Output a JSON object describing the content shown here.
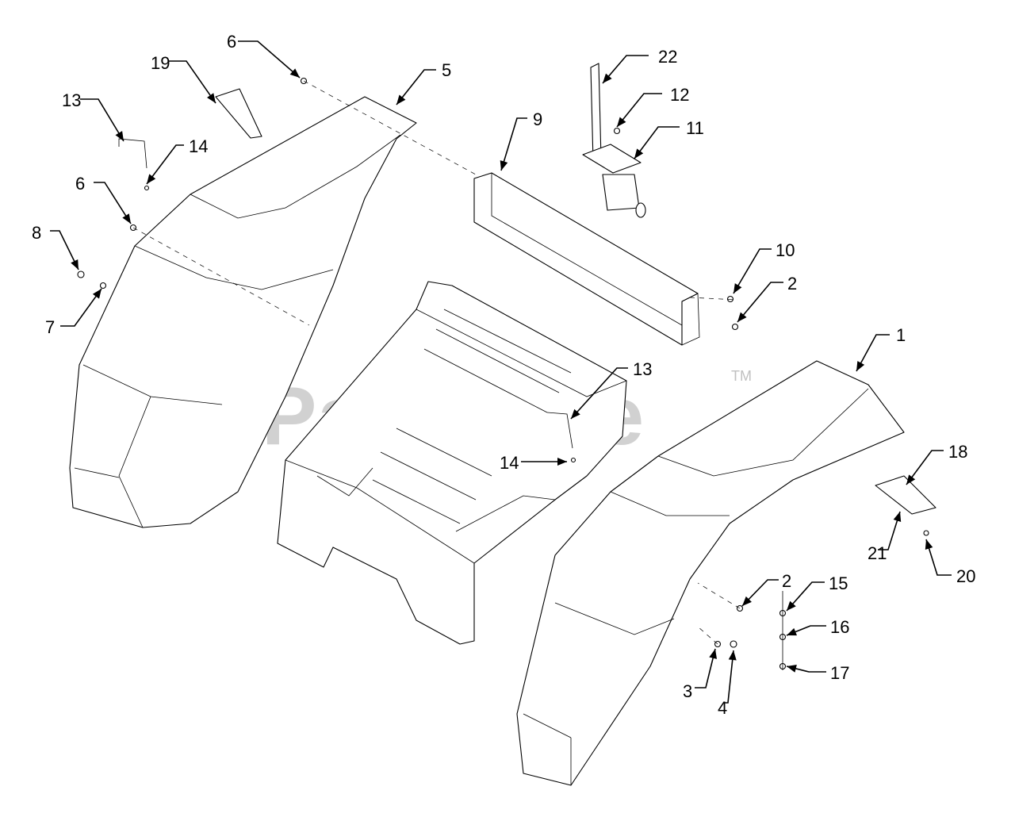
{
  "watermark": {
    "text": "PartsTree",
    "trademark": "TM"
  },
  "callouts": [
    {
      "id": "c22",
      "label": "22"
    },
    {
      "id": "c12",
      "label": "12"
    },
    {
      "id": "c11",
      "label": "11"
    },
    {
      "id": "c9",
      "label": "9"
    },
    {
      "id": "c5",
      "label": "5"
    },
    {
      "id": "c6a",
      "label": "6"
    },
    {
      "id": "c19",
      "label": "19"
    },
    {
      "id": "c13a",
      "label": "13"
    },
    {
      "id": "c14a",
      "label": "14"
    },
    {
      "id": "c6b",
      "label": "6"
    },
    {
      "id": "c8",
      "label": "8"
    },
    {
      "id": "c7",
      "label": "7"
    },
    {
      "id": "c10",
      "label": "10"
    },
    {
      "id": "c2a",
      "label": "2"
    },
    {
      "id": "c1",
      "label": "1"
    },
    {
      "id": "c13b",
      "label": "13"
    },
    {
      "id": "c14b",
      "label": "14"
    },
    {
      "id": "c18",
      "label": "18"
    },
    {
      "id": "c21",
      "label": "21"
    },
    {
      "id": "c20",
      "label": "20"
    },
    {
      "id": "c2b",
      "label": "2"
    },
    {
      "id": "c15",
      "label": "15"
    },
    {
      "id": "c16",
      "label": "16"
    },
    {
      "id": "c17",
      "label": "17"
    },
    {
      "id": "c3",
      "label": "3"
    },
    {
      "id": "c4",
      "label": "4"
    }
  ]
}
